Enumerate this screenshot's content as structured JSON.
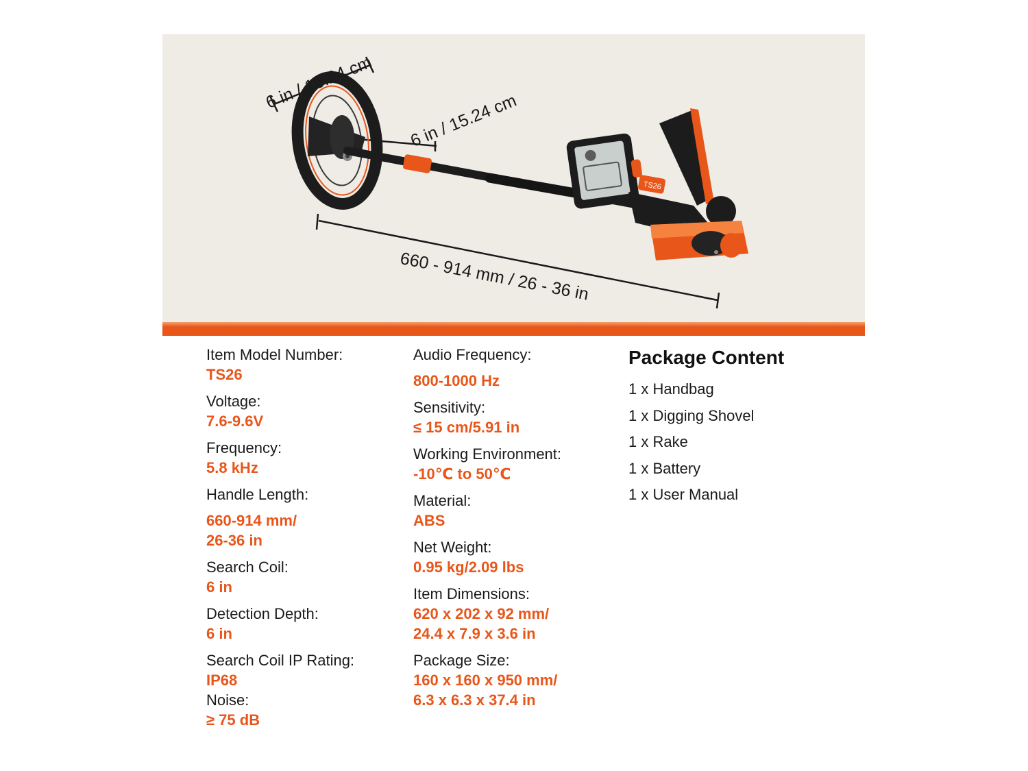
{
  "product_image": {
    "icon": "metal-detector-icon",
    "colors": {
      "accent": "#e8561a",
      "body": "#1c1c1c",
      "background": "#efece6"
    },
    "dimension_labels": {
      "coil_diameter": "6 in / 15.24 cm",
      "coil_depth": "6 in / 15.24 cm",
      "length": "660 - 914 mm / 26 - 36 in"
    },
    "display_text": "TS26"
  },
  "specs_left": [
    {
      "label": "Item Model Number:",
      "value": [
        "TS26"
      ]
    },
    {
      "label": "Voltage:",
      "value": [
        "7.6-9.6V"
      ]
    },
    {
      "label": "Frequency:",
      "value": [
        "5.8 kHz"
      ]
    },
    {
      "label": "Handle Length:",
      "value": [
        "660-914 mm/",
        "26-36 in"
      ]
    },
    {
      "label": "Search Coil:",
      "value": [
        "6 in"
      ]
    },
    {
      "label": "Detection Depth:",
      "value": [
        "6 in"
      ]
    },
    {
      "label": "Search Coil IP Rating:",
      "value": [
        "IP68"
      ]
    },
    {
      "label": "Noise:",
      "value": [
        "≥ 75 dB"
      ]
    }
  ],
  "specs_right": [
    {
      "label": "Audio Frequency:",
      "value": [
        "800-1000 Hz"
      ]
    },
    {
      "label": "Sensitivity:",
      "value": [
        "≤ 15 cm/5.91 in"
      ]
    },
    {
      "label": "Working Environment:",
      "value": [
        "-10℃ to 50℃"
      ]
    },
    {
      "label": "Material:",
      "value": [
        "ABS"
      ]
    },
    {
      "label": "Net Weight:",
      "value": [
        "0.95 kg/2.09 lbs"
      ]
    },
    {
      "label": "Item Dimensions:",
      "value": [
        "620 x 202 x 92 mm/",
        "24.4 x 7.9 x 3.6 in"
      ]
    },
    {
      "label": "Package Size:",
      "value": [
        "160 x 160 x 950 mm/",
        "6.3 x 6.3 x 37.4 in"
      ]
    }
  ],
  "package": {
    "title": "Package Content",
    "items": [
      "1 x Handbag",
      "1 x Digging Shovel",
      "1 x Rake",
      "1 x Battery",
      "1 x User Manual"
    ]
  }
}
